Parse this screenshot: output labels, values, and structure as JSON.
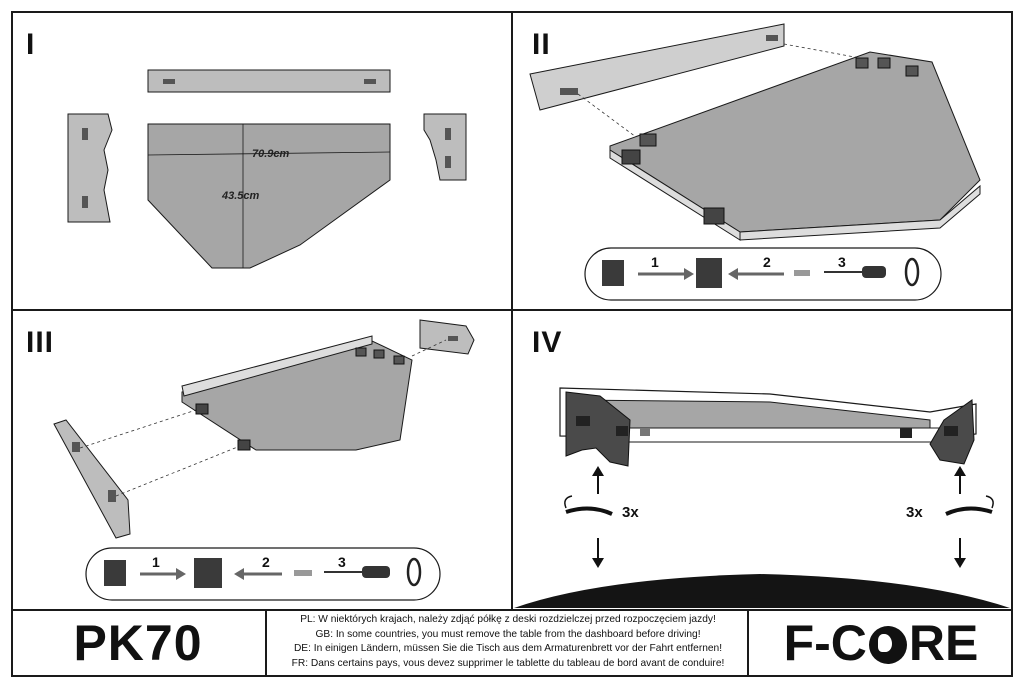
{
  "panels": {
    "p1": {
      "label": "I",
      "width_dim": "70.9cm",
      "height_dim": "43.5cm"
    },
    "p2": {
      "label": "II",
      "steps": [
        "1",
        "2",
        "3"
      ]
    },
    "p3": {
      "label": "III",
      "steps": [
        "1",
        "2",
        "3"
      ]
    },
    "p4": {
      "label": "IV",
      "repeat_left": "3x",
      "repeat_right": "3x"
    }
  },
  "footer": {
    "model": "PK70",
    "warnings": [
      "PL: W niektórych krajach, należy zdjąć półkę z deski rozdzielczej przed rozpoczęciem jazdy!",
      "GB: In some countries, you must remove the table from the dashboard before driving!",
      "DE: In einigen Ländern, müssen Sie die Tisch aus dem Armaturenbrett vor der Fahrt entfernen!",
      "FR: Dans certains pays, vous devez supprimer le tablette du tableau de bord avant de conduire!"
    ],
    "brand_left": "F-C",
    "brand_right": "RE"
  },
  "colors": {
    "shelf": "#a6a6a6",
    "part": "#bdbdbd",
    "outline": "#1a1a1a",
    "dark": "#3a3a3a"
  }
}
